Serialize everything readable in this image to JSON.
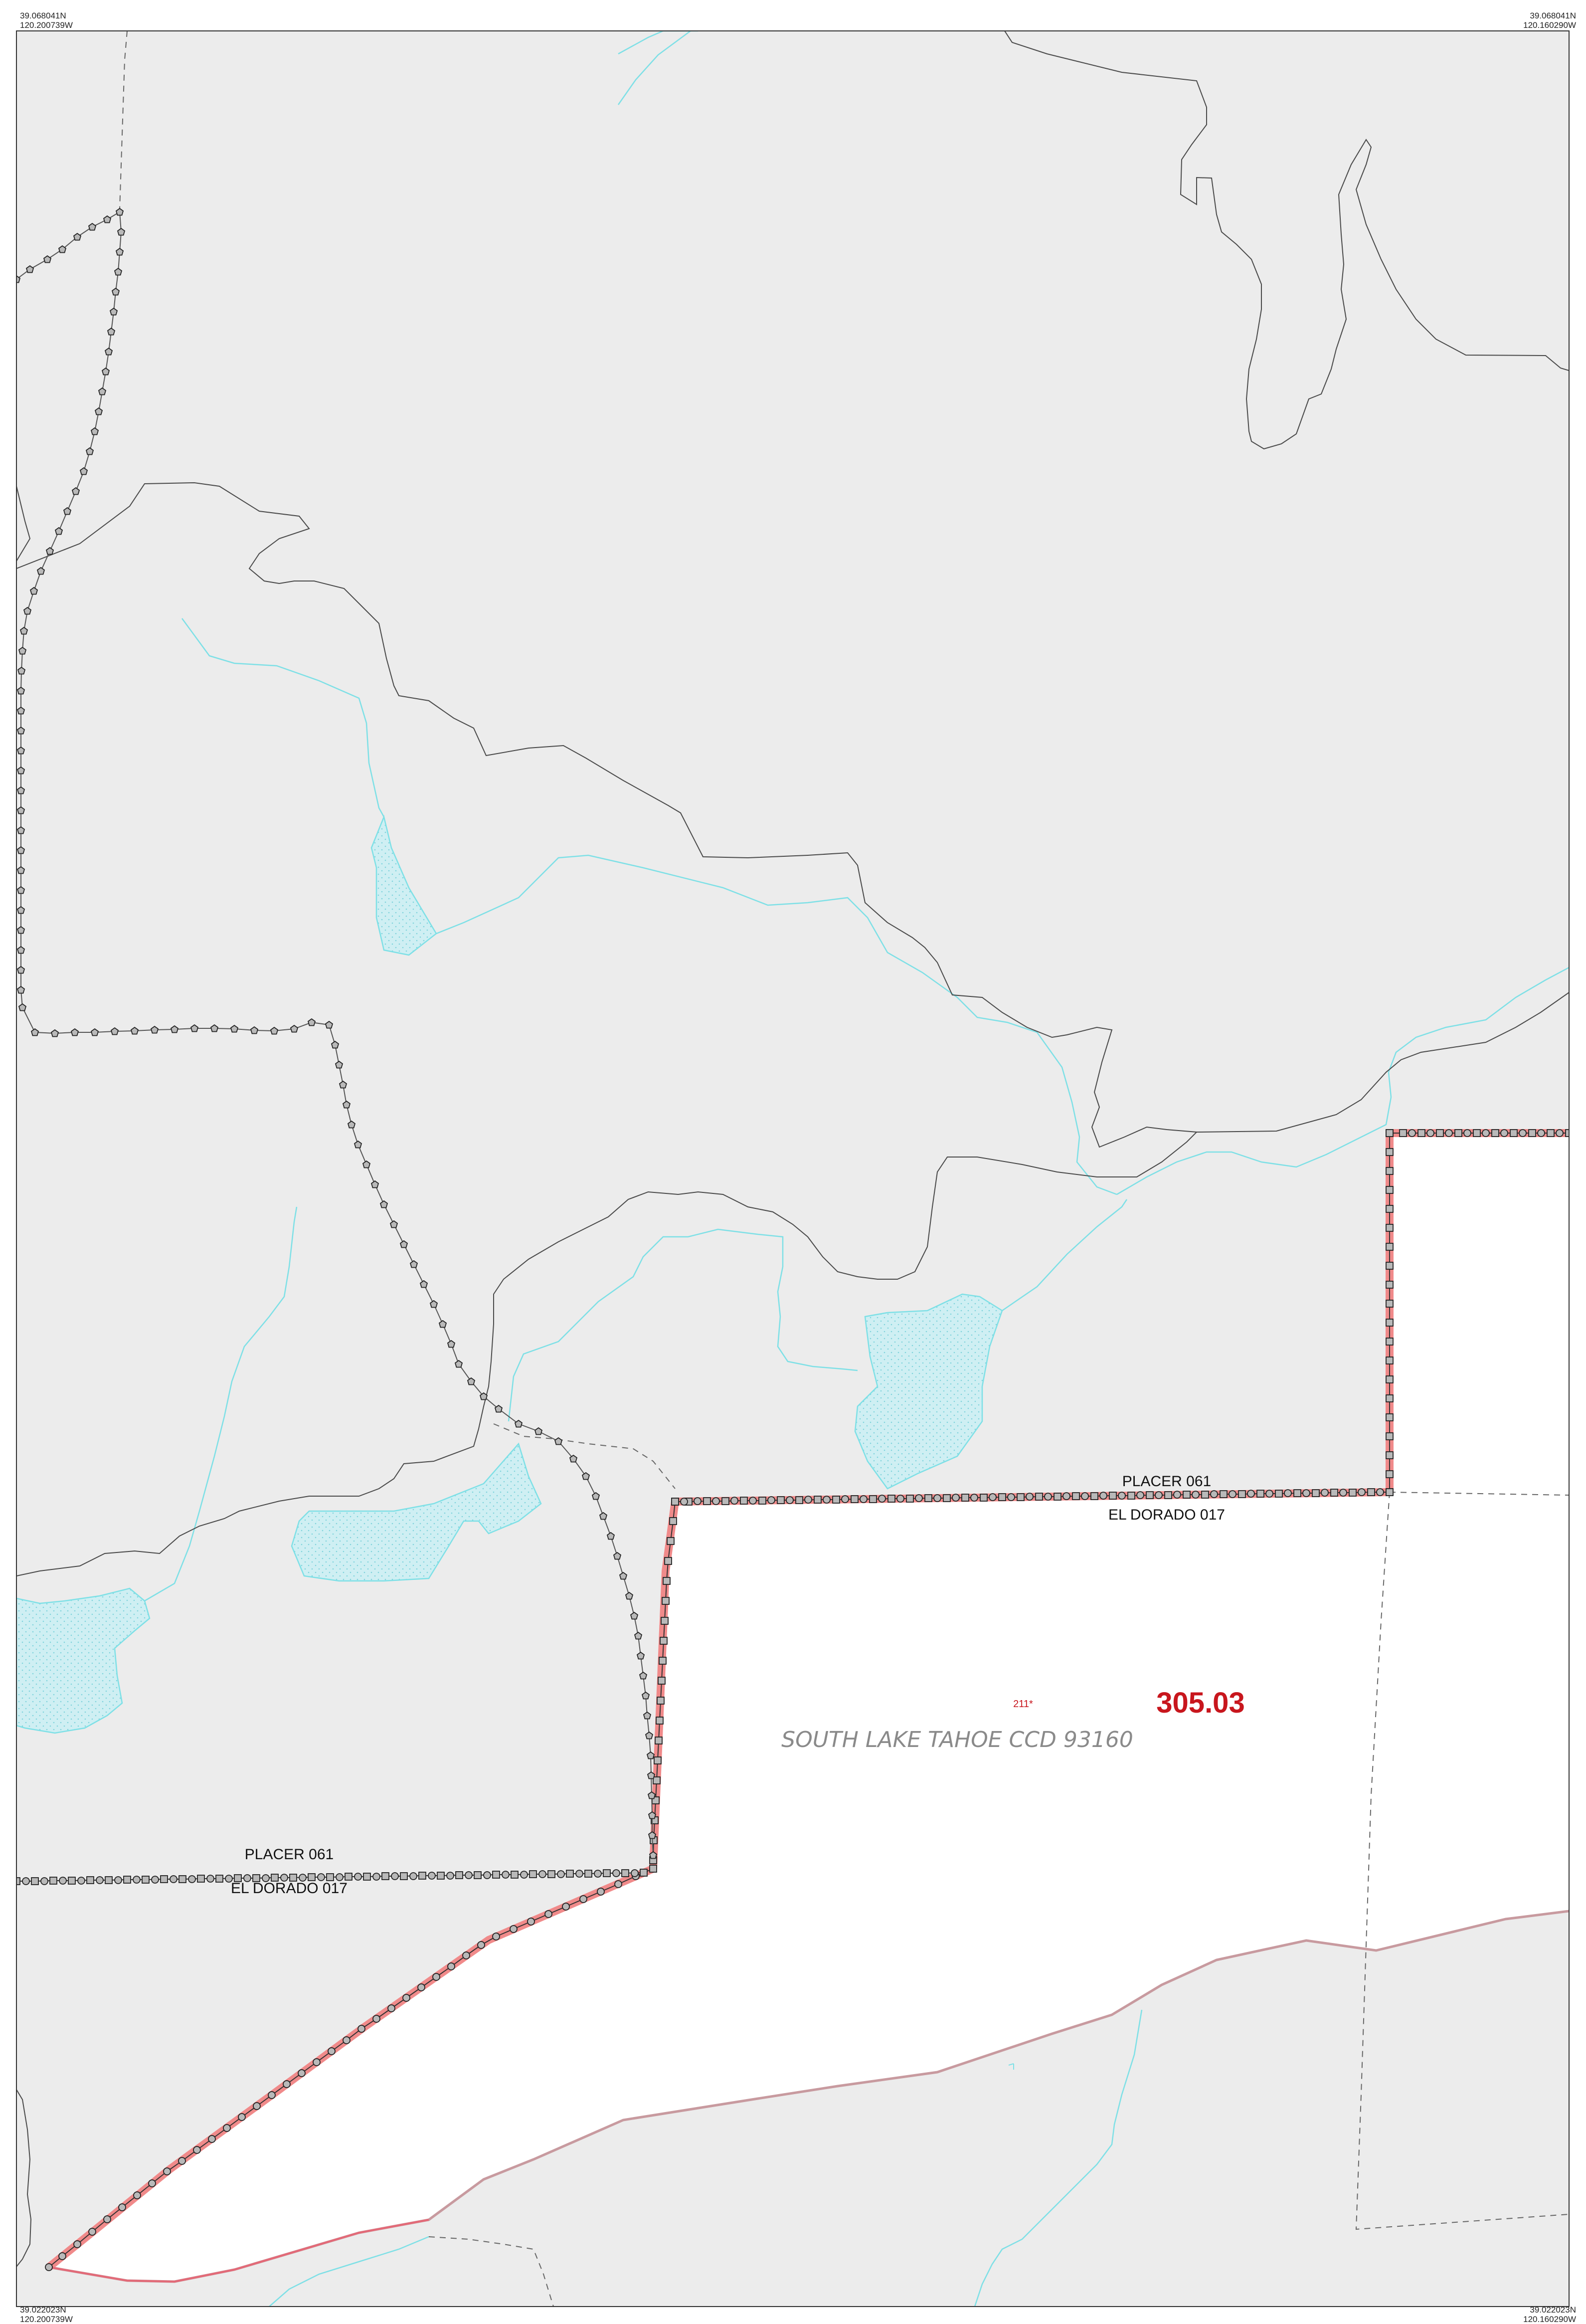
{
  "map": {
    "corners": {
      "top_left": [
        "39.068041N",
        "120.200739W"
      ],
      "top_right": [
        "39.068041N",
        "120.160290W"
      ],
      "bottom_left": [
        "39.022023N",
        "120.200739W"
      ],
      "bottom_right": [
        "39.022023N",
        "120.160290W"
      ]
    },
    "tract_number": "305.03",
    "block_number": "211*",
    "ccd_label": "SOUTH LAKE TAHOE CCD 93160",
    "county_labels": {
      "upper": {
        "north": "PLACER 061",
        "south": "EL DORADO 017"
      },
      "lower": {
        "north": "PLACER 061",
        "south": "EL DORADO 017"
      }
    },
    "colors": {
      "outside_fill": "#ececec",
      "tract_fill": "#ffffff",
      "tract_boundary": "#f08a8a",
      "water_line": "#7ee0e6",
      "water_area": "#cfeff3",
      "road_line": "#4a4a4a",
      "major_road": "#c89a9f",
      "tract_label": "#c8161d"
    }
  }
}
